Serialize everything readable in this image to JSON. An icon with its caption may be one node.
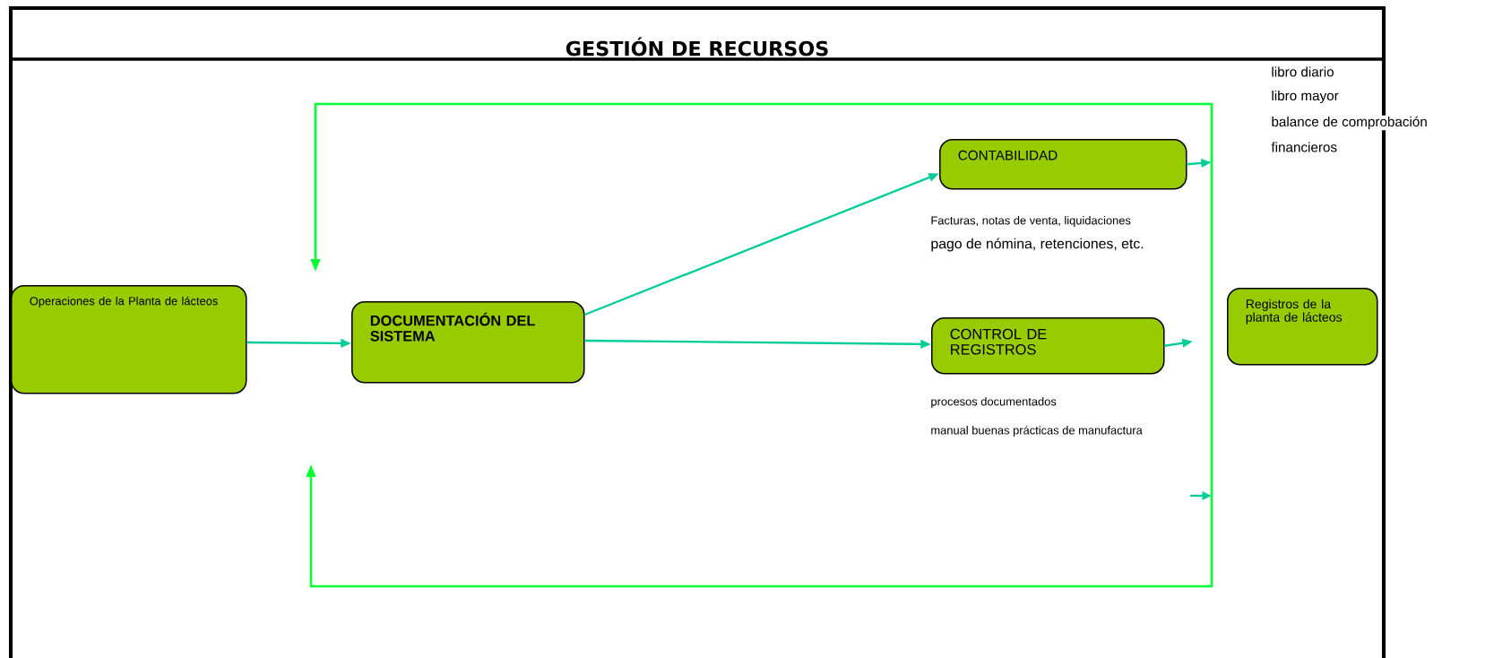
{
  "diagram": {
    "title": "GESTIÓN DE RECURSOS",
    "nodes": [
      {
        "text": [
          "Operaciones de la Planta de lácteos"
        ]
      },
      {
        "text": [
          "DOCUMENTACIÓN DEL SISTEMA"
        ]
      },
      {
        "text": [
          "CONTABILIDAD"
        ]
      },
      {
        "text": [
          "CONTROL DE REGISTROS"
        ]
      },
      {
        "text": [
          "Registros de la planta de lácteos"
        ]
      }
    ],
    "edges": [
      {
        "from": 0,
        "to": 1,
        "arrow": "to"
      },
      {
        "from": 1,
        "to": 2,
        "arrow": "to"
      },
      {
        "from": 1,
        "to": 3,
        "arrow": "to"
      },
      {
        "from": 2,
        "to": null,
        "arrow": "to"
      },
      {
        "from": 3,
        "to": null,
        "arrow": "to"
      }
    ],
    "labels": [
      "libro diario",
      "libro mayor",
      "balance de comprobación",
      "financieros",
      "Facturas, notas de venta, liquidaciones",
      "pago de nómina, retenciones, etc.",
      "procesos documentados",
      "manual buenas prácticas de manufactura"
    ]
  }
}
